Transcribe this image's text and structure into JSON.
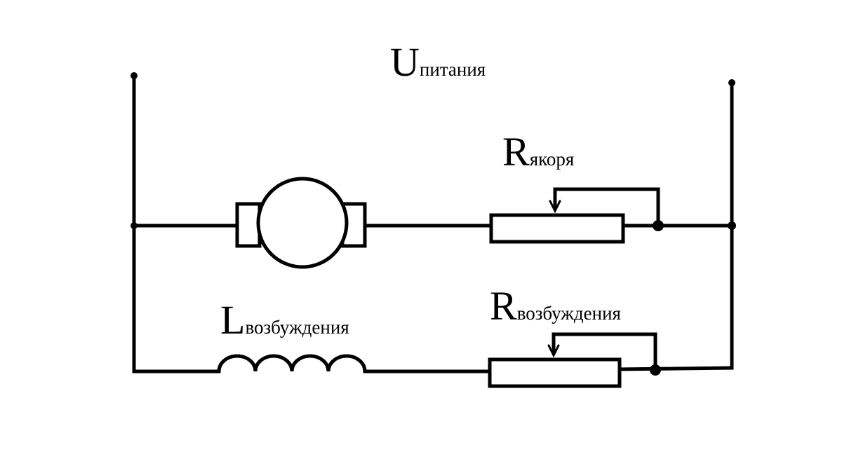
{
  "diagram": {
    "labels": {
      "supply": {
        "main": "U",
        "sub": "питания"
      },
      "armature_resistor": {
        "main": "R",
        "sub": "якоря"
      },
      "field_inductor": {
        "main": "L",
        "sub": "возбуждения"
      },
      "field_resistor": {
        "main": "R",
        "sub": "возбуждения"
      }
    },
    "colors": {
      "stroke": "#000000",
      "background": "#ffffff"
    },
    "components": [
      "supply-terminal-left",
      "supply-terminal-right",
      "dc-motor",
      "armature-rheostat",
      "field-winding",
      "field-rheostat"
    ]
  }
}
